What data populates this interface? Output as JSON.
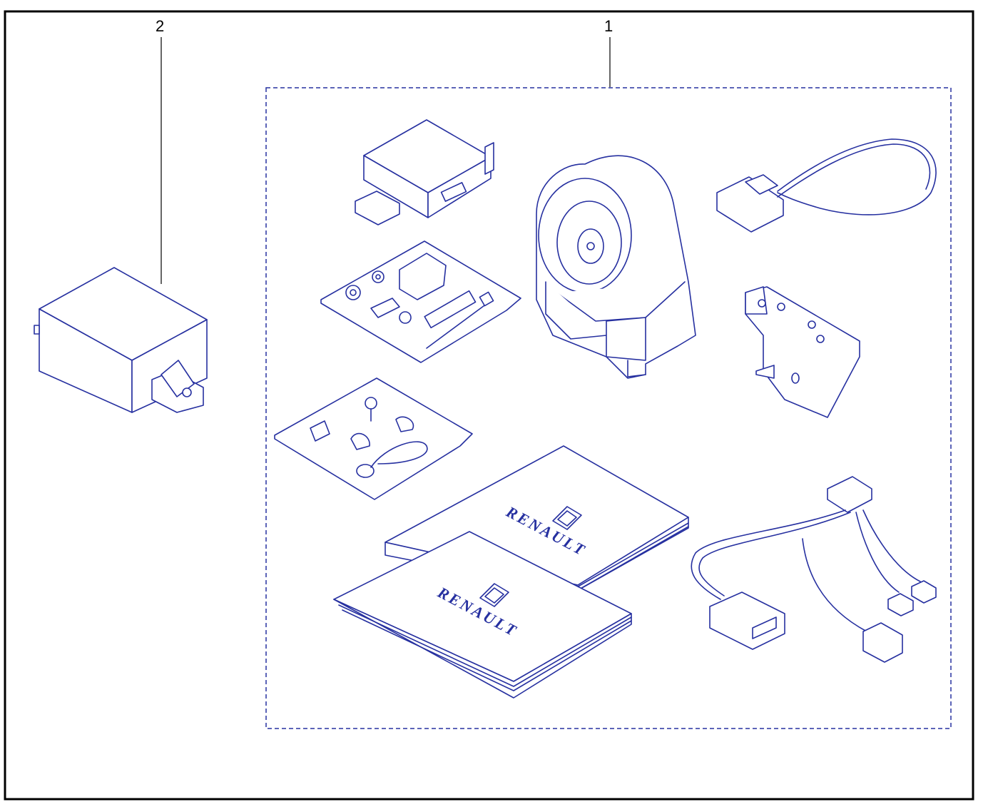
{
  "callouts": {
    "item_1": "1",
    "item_2": "2"
  },
  "brand": {
    "logo_text": "RENAULT"
  },
  "colors": {
    "line_art": "#2630a0",
    "frame": "#000000",
    "background": "#ffffff"
  }
}
